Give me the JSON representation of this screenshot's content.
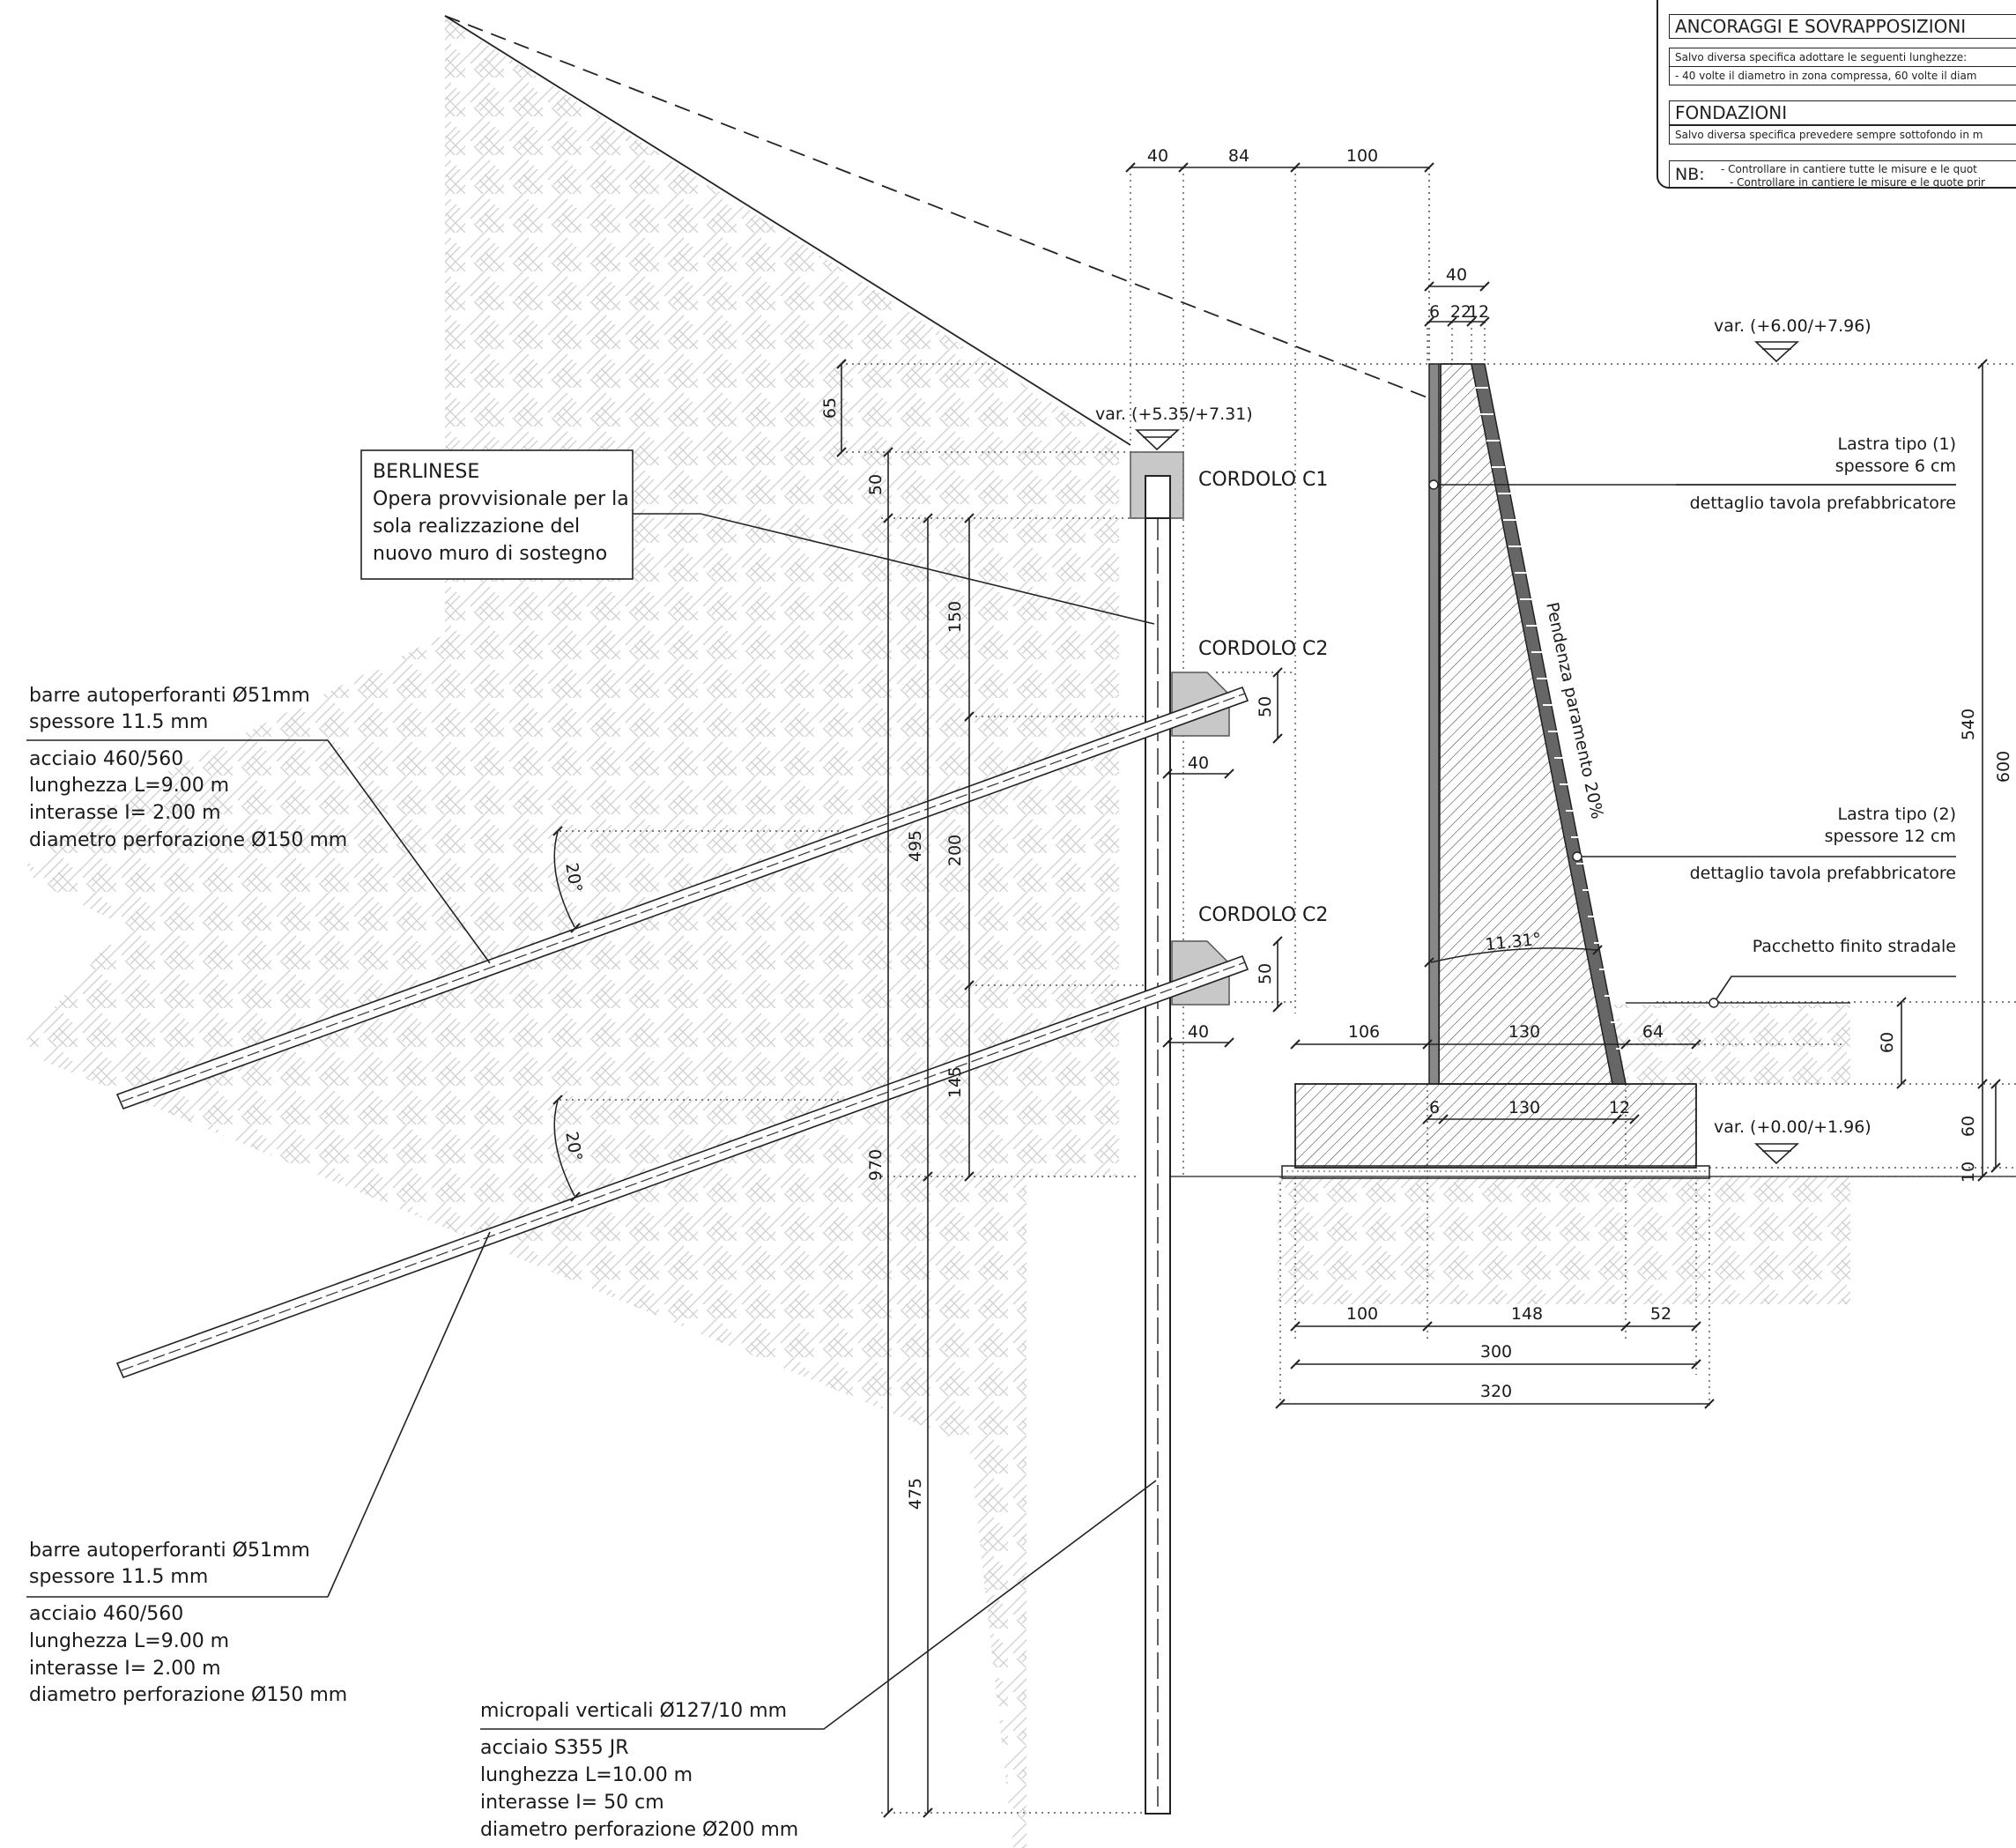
{
  "notes": {
    "section_anchorages": "ANCORAGGI E SOVRAPPOSIZIONI",
    "anchorages_line1": "Salvo diversa specifica adottare le seguenti lunghezze:",
    "anchorages_line2": "- 40 volte il diametro in zona compressa, 60 volte il diam",
    "section_foundations": "FONDAZIONI",
    "foundations_line1": "Salvo diversa specifica prevedere sempre sottofondo in m",
    "nb_label": "NB:",
    "nb_line1": "- Controllare in cantiere tutte le misure e le quot",
    "nb_line2": "- Controllare in cantiere le misure e le quote prir"
  },
  "berlinese": {
    "title": "BERLINESE",
    "line1": "Opera provvisionale per la",
    "line2": "sola realizzazione del",
    "line3": "nuovo muro di sostegno"
  },
  "anchor_bar_upper": {
    "line1": "barre autoperforanti Ø51mm",
    "line2": "spessore 11.5 mm",
    "line3": "acciaio 460/560",
    "line4": "lunghezza L=9.00 m",
    "line5": "interasse I= 2.00 m",
    "line6": "diametro perforazione Ø150 mm"
  },
  "anchor_bar_lower": {
    "line1": "barre autoperforanti Ø51mm",
    "line2": "spessore 11.5 mm",
    "line3": "acciaio 460/560",
    "line4": "lunghezza L=9.00 m",
    "line5": "interasse I= 2.00 m",
    "line6": "diametro perforazione Ø150 mm"
  },
  "micropile": {
    "line1": "micropali verticali Ø127/10 mm",
    "line2": "acciaio S355 JR",
    "line3": "lunghezza L=10.00 m",
    "line4": "interasse I= 50 cm",
    "line5": "diametro perforazione Ø200 mm"
  },
  "cordolo": {
    "c1": "CORDOLO C1",
    "c2_upper": "CORDOLO C2",
    "c2_lower": "CORDOLO C2"
  },
  "slabs": {
    "slab1_line1": "Lastra tipo (1)",
    "slab1_line2": "spessore 6 cm",
    "slab1_detail": "dettaglio tavola prefabbricatore",
    "slab2_line1": "Lastra tipo (2)",
    "slab2_line2": "spessore 12 cm",
    "slab2_detail": "dettaglio tavola prefabbricatore",
    "road": "Pacchetto finito stradale",
    "slope": "Pendenza paramento 20%"
  },
  "levels": {
    "top_wall": "var. (+6.00/+7.96)",
    "top_berlinese": "var. (+5.35/+7.31)",
    "base": "var. (+0.00/+1.96)"
  },
  "dims": {
    "top_40": "40",
    "top_84": "84",
    "top_100": "100",
    "wall_40": "40",
    "wall_6": "6",
    "wall_22": "22",
    "wall_12": "12",
    "v65": "65",
    "v50a": "50",
    "v150": "150",
    "v200": "200",
    "v145": "145",
    "v495": "495",
    "v970": "970",
    "v475": "475",
    "c2a_50": "50",
    "c2a_40": "40",
    "c2b_50": "50",
    "c2b_40": "40",
    "angle1": "20°",
    "angle2": "20°",
    "angle_wall": "11.31°",
    "base_106": "106",
    "base_130a": "130",
    "base_64": "64",
    "base_6": "6",
    "base_130b": "130",
    "base_12": "12",
    "f100": "100",
    "f148": "148",
    "f52": "52",
    "f300": "300",
    "f320": "320",
    "r540": "540",
    "r600": "600",
    "r60a": "60",
    "r60b": "60",
    "r10": "10"
  }
}
